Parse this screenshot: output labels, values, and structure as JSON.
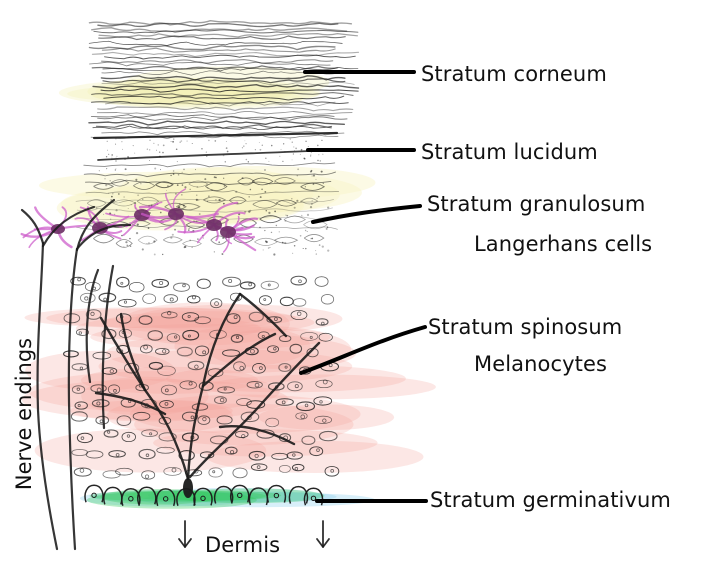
{
  "labels": {
    "stratum_corneum": "Stratum corneum",
    "stratum_lucidum": "Stratum lucidum",
    "stratum_granulosum": "Stratum granulosum",
    "langerhans_cells": "Langerhans cells",
    "stratum_spinosum": "Stratum spinosum",
    "melanocytes": "Melanocytes",
    "stratum_germinativum": "Stratum germinativum",
    "dermis": "Dermis",
    "nerve_endings": "Nerve endings"
  },
  "colors": {
    "ink": "#1a1a1a",
    "corneum_tint": "#f4f1b8",
    "granulosum_tint": "#f8f5c6",
    "spinosum_tint": "#f3a39c",
    "langerhans_cells": "#cc59c9",
    "germinativum_green": "#36c95c",
    "germinativum_blue": "#73c6e8"
  }
}
